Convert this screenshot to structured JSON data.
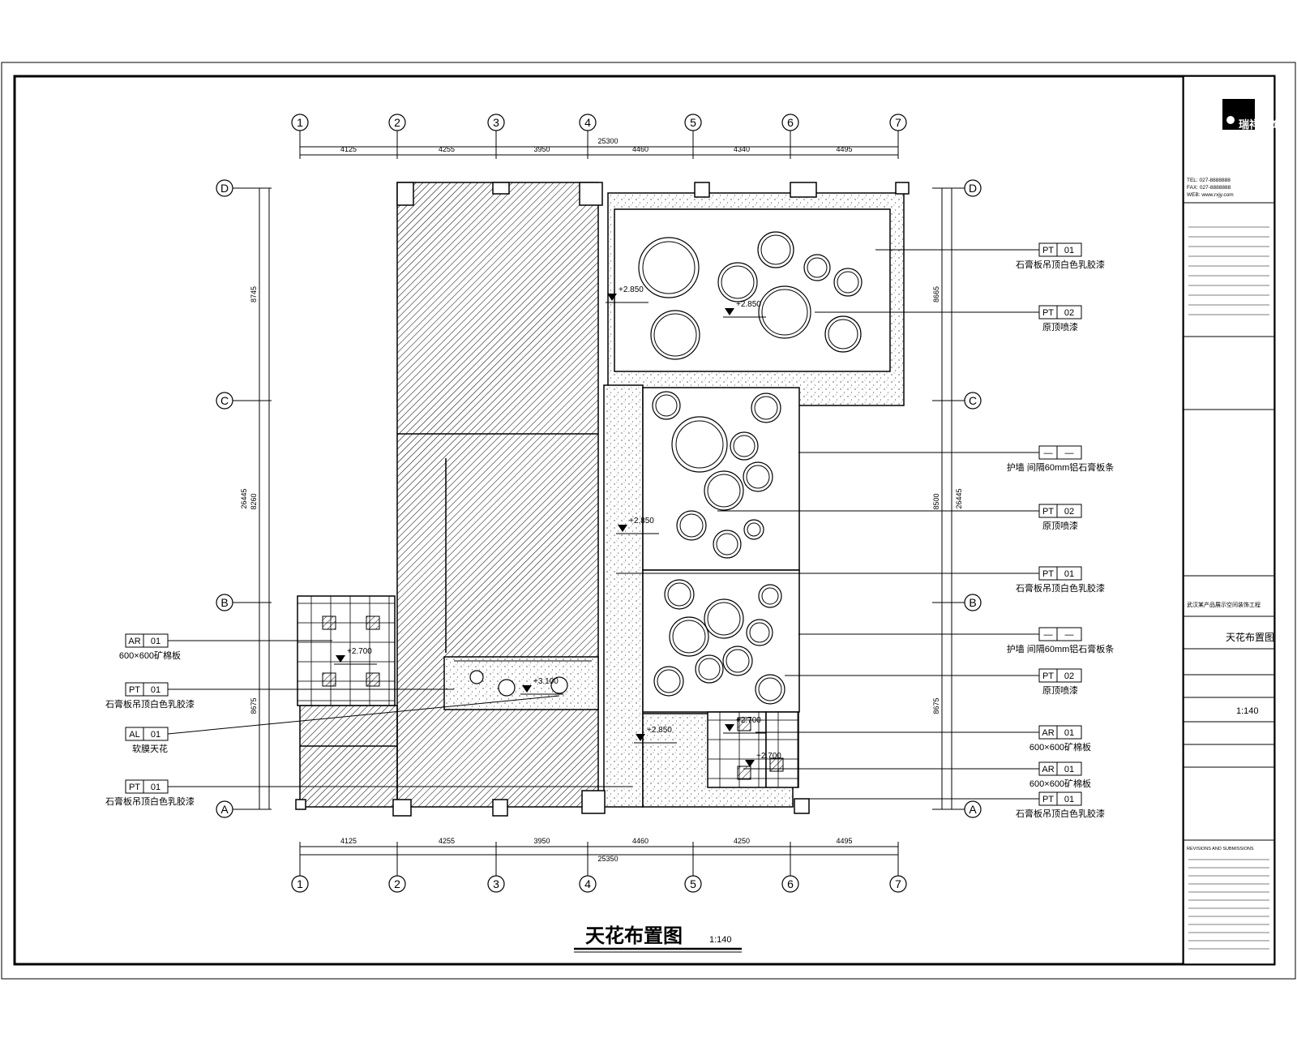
{
  "drawing": {
    "title": "天花布置图",
    "scale": "1:140"
  },
  "grid": {
    "columns": [
      "1",
      "2",
      "3",
      "4",
      "5",
      "6",
      "7"
    ],
    "rows": [
      "D",
      "C",
      "B",
      "A"
    ],
    "top_dims": [
      "4125",
      "4255",
      "3950",
      "4460",
      "4340",
      "4495"
    ],
    "top_total": "25300",
    "bottom_dims": [
      "4125",
      "4255",
      "3950",
      "4460",
      "4250",
      "4495"
    ],
    "bottom_total": "25350",
    "left_dims": [
      "8745",
      "8260",
      "8675"
    ],
    "left_total": "26445",
    "right_dims": [
      "8665",
      "8500",
      "8675"
    ],
    "right_total": "26445"
  },
  "levels": [
    "+2.850",
    "+2.850",
    "+2.850",
    "+2.700",
    "+2.700",
    "+2.700",
    "+3.100",
    "+2.850"
  ],
  "tags_right": [
    {
      "code": "PT",
      "num": "01",
      "desc": "石膏板吊顶白色乳胶漆"
    },
    {
      "code": "PT",
      "num": "02",
      "desc": "原顶喷漆"
    },
    {
      "code": "—",
      "num": "—",
      "desc": "护墙 间隔60mm铝石膏板条"
    },
    {
      "code": "PT",
      "num": "02",
      "desc": "原顶喷漆"
    },
    {
      "code": "PT",
      "num": "01",
      "desc": "石膏板吊顶白色乳胶漆"
    },
    {
      "code": "—",
      "num": "—",
      "desc": "护墙 间隔60mm铝石膏板条"
    },
    {
      "code": "PT",
      "num": "02",
      "desc": "原顶喷漆"
    },
    {
      "code": "AR",
      "num": "01",
      "desc": "600×600矿棉板"
    },
    {
      "code": "AR",
      "num": "01",
      "desc": "600×600矿棉板"
    },
    {
      "code": "PT",
      "num": "01",
      "desc": "石膏板吊顶白色乳胶漆"
    }
  ],
  "tags_left": [
    {
      "code": "AR",
      "num": "01",
      "desc": "600×600矿棉板"
    },
    {
      "code": "PT",
      "num": "01",
      "desc": "石膏板吊顶白色乳胶漆"
    },
    {
      "code": "AL",
      "num": "01",
      "desc": "软膜天花"
    },
    {
      "code": "PT",
      "num": "01",
      "desc": "石膏板吊顶白色乳胶漆"
    }
  ],
  "title_block": {
    "logo_text": "瑞祥装饰",
    "tel": "TEL: 027-8888888",
    "fax": "FAX: 027-8888888",
    "web": "WEB: www.rxjy.com",
    "project": "武汉某产品展示空间装饰工程",
    "drawing_name": "天花布置图",
    "scale": "1:140",
    "revisions_header": "REVISIONS AND SUBMISSIONS"
  },
  "colors": {
    "line": "#000000",
    "paper": "#ffffff"
  }
}
